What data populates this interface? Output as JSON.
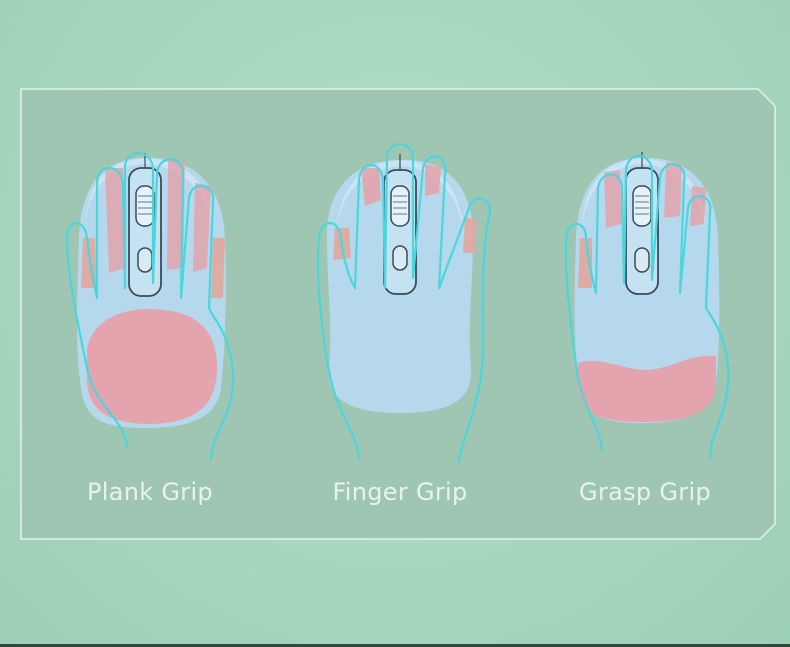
{
  "colors": {
    "background": "#a8d8c0",
    "panel": "#9fc5b3",
    "mouse_body": "#b6d8ec",
    "palm": "#e3a4ad",
    "hand_outline": "#4ad6dc"
  },
  "grips": [
    {
      "label": "Plank Grip",
      "contact": "palm-full"
    },
    {
      "label": "Finger Grip",
      "contact": "fingertips"
    },
    {
      "label": "Grasp Grip",
      "contact": "palm-heel"
    }
  ]
}
